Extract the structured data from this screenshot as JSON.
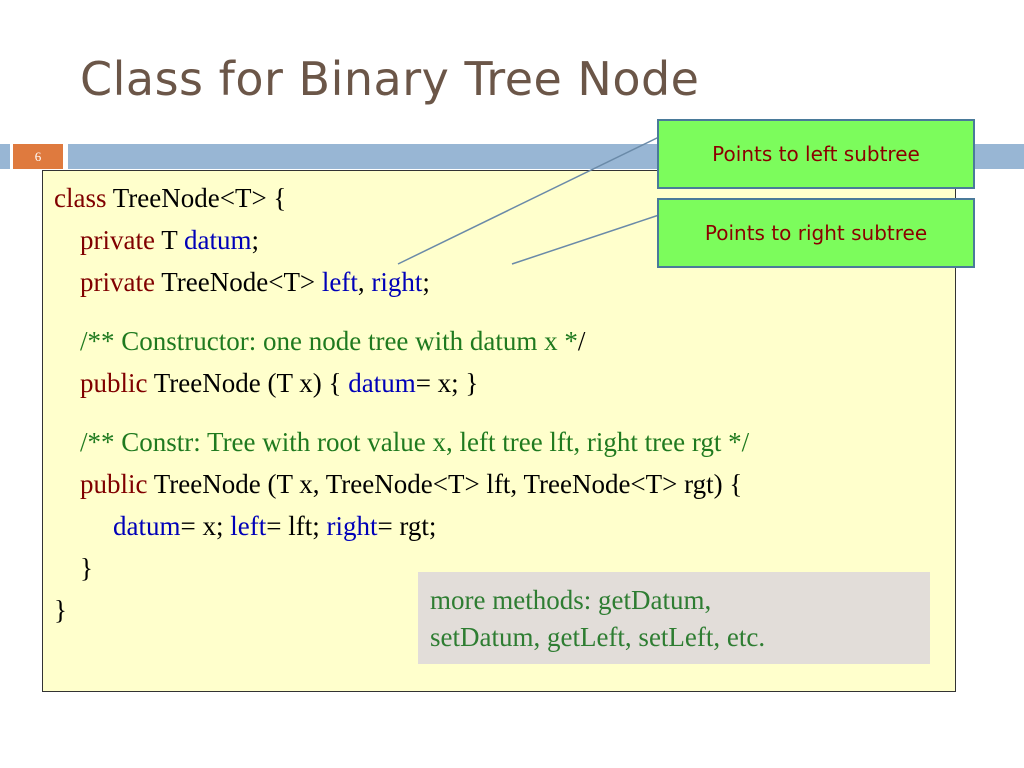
{
  "slide": {
    "title": "Class for Binary Tree Node",
    "number": "6"
  },
  "code": {
    "l1_kw": "class",
    "l1_rest": " TreeNode<T> {",
    "l2_kw": "private",
    "l2_type": " T ",
    "l2_field": "datum",
    "l2_end": ";",
    "l3_kw": "private",
    "l3_type": " TreeNode<T> ",
    "l3_left": "left",
    "l3_comma": ", ",
    "l3_right": "right",
    "l3_end": ";",
    "l4_comment": "/** Constructor: one node tree with datum x *",
    "l4_end": "/",
    "l5_kw": "public",
    "l5_mid": " TreeNode (T x) { ",
    "l5_field": "datum",
    "l5_end": "= x; }",
    "l6_comment": "/** Constr: Tree with root value x, left tree lft, right tree rgt */",
    "l7_kw": "public",
    "l7_rest": " TreeNode (T x, TreeNode<T> lft, TreeNode<T> rgt) {",
    "l8_f1": "datum",
    "l8_t1": "= x; ",
    "l8_f2": "left",
    "l8_t2": "= lft; ",
    "l8_f3": "right",
    "l8_t3": "= rgt;",
    "l9": "}",
    "l10": "}"
  },
  "note": {
    "line1": "more methods: getDatum,",
    "line2": "setDatum, getLeft, setLeft, etc."
  },
  "callouts": {
    "left": "Points to left subtree",
    "right": "Points to right subtree"
  },
  "colors": {
    "title": "#6b5648",
    "keyword": "#800000",
    "field": "#0000b8",
    "comment": "#1f7a1f",
    "code_bg": "#ffffcc",
    "callout_bg": "#7cfc5c",
    "accent_bar": "#98b6d4",
    "slide_number_bg": "#df7a3e"
  }
}
